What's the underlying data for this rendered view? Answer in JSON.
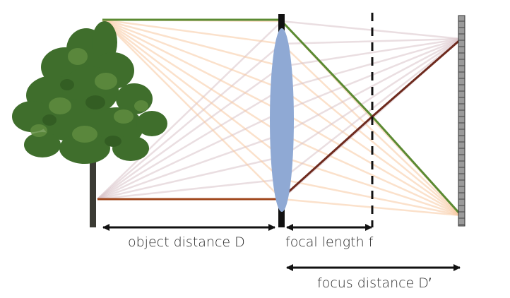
{
  "labels": {
    "object_distance": "object distance D",
    "focal_length": "focal length f",
    "focus_distance": "focus distance D′"
  },
  "colors": {
    "top_ray": "#5b8a32",
    "bottom_ray": "#6e2a1e",
    "bottom_ray_object_side": "#a0471c",
    "light_orange_rays": "#f7c9a0",
    "light_mauve_rays": "#d8c3c8",
    "lens": "#8fa9d4",
    "lens_mount": "#111111",
    "sensor": "#9a9a9a",
    "arrows": "#111111",
    "tree_foliage": "#3f6e2c",
    "tree_trunk": "#3b3b34"
  }
}
